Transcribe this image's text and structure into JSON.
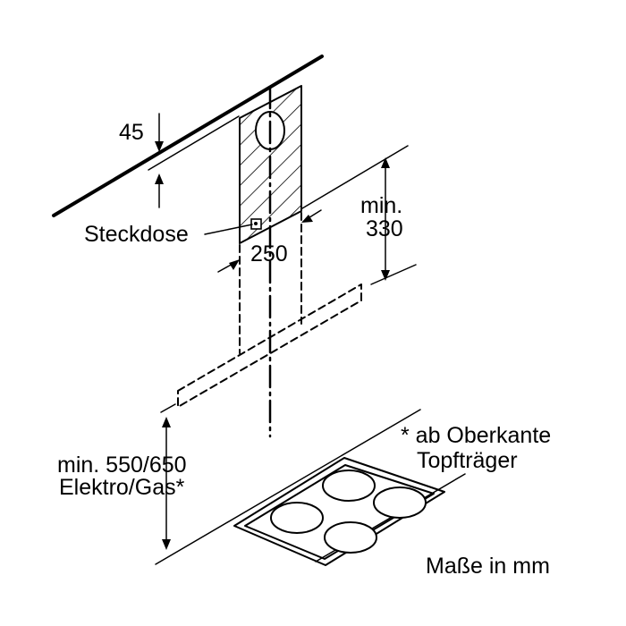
{
  "labels": {
    "ceiling_offset": "45",
    "socket": "Steckdose",
    "width": "250",
    "min_label": "min.",
    "min_value": "330",
    "height_line1": "min. 550/650",
    "height_line2": "Elektro/Gas*",
    "note_line1": "* ab Oberkante",
    "note_line2": "Topfträger",
    "units": "Maße in mm"
  },
  "colors": {
    "line": "#000000",
    "background": "#ffffff"
  }
}
